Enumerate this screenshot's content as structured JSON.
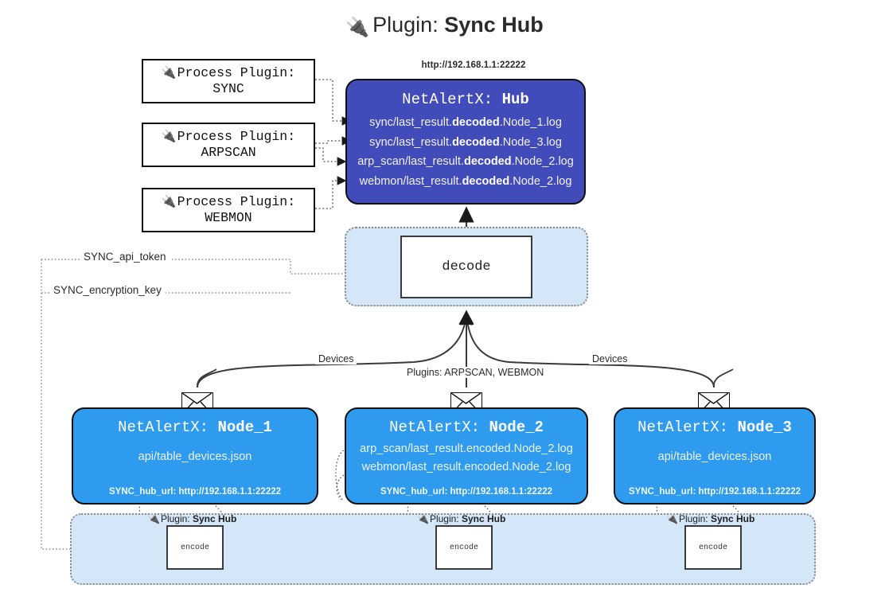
{
  "title": {
    "icon": "plug-icon",
    "prefix": "Plugin:",
    "name": "Sync Hub"
  },
  "process_plugins": [
    {
      "icon": "plug-icon",
      "line1": "Process Plugin:",
      "line2": "SYNC"
    },
    {
      "icon": "plug-icon",
      "line1": "Process Plugin:",
      "line2": "ARPSCAN"
    },
    {
      "icon": "plug-icon",
      "line1": "Process Plugin:",
      "line2": "WEBMON"
    }
  ],
  "hub": {
    "url": "http://192.168.1.1:22222",
    "app": "NetAlertX:",
    "name": "Hub",
    "logs": [
      {
        "pre": "sync/last_result.",
        "mid": "decoded",
        "post": ".Node_1.log"
      },
      {
        "pre": "sync/last_result.",
        "mid": "decoded",
        "post": ".Node_3.log"
      },
      {
        "pre": "arp_scan/last_result.",
        "mid": "decoded",
        "post": ".Node_2.log"
      },
      {
        "pre": "webmon/last_result.",
        "mid": "decoded",
        "post": ".Node_2.log"
      }
    ]
  },
  "decode": {
    "label": "decode"
  },
  "tokens": [
    {
      "label": "SYNC_api_token"
    },
    {
      "label": "SYNC_encryption_key"
    }
  ],
  "edge_labels": {
    "left_devices": "Devices",
    "right_devices": "Devices",
    "center_plugins": "Plugins: ARPSCAN, WEBMON"
  },
  "nodes": [
    {
      "app": "NetAlertX:",
      "name": "Node_1",
      "lines": [
        "api/table_devices.json"
      ],
      "url_label": "SYNC_hub_url: http://192.168.1.1:22222",
      "envelope_icon": "envelope-icon"
    },
    {
      "app": "NetAlertX:",
      "name": "Node_2",
      "lines": [
        "arp_scan/last_result.encoded.Node_2.log",
        "webmon/last_result.encoded.Node_2.log"
      ],
      "url_label": "SYNC_hub_url: http://192.168.1.1:22222",
      "envelope_icon": "envelope-icon"
    },
    {
      "app": "NetAlertX:",
      "name": "Node_3",
      "lines": [
        "api/table_devices.json"
      ],
      "url_label": "SYNC_hub_url: http://192.168.1.1:22222",
      "envelope_icon": "envelope-icon"
    }
  ],
  "encoders": [
    {
      "icon": "plug-icon",
      "prefix": "Plugin:",
      "name": "Sync Hub",
      "label": "encode"
    },
    {
      "icon": "plug-icon",
      "prefix": "Plugin:",
      "name": "Sync Hub",
      "label": "encode"
    },
    {
      "icon": "plug-icon",
      "prefix": "Plugin:",
      "name": "Sync Hub",
      "label": "encode"
    }
  ],
  "colors": {
    "hub_fill": "#414bb9",
    "node_fill": "#2f9bee",
    "panel_fill": "#d4e7f9",
    "stroke": "#111111",
    "dotted": "#8a8a8a"
  }
}
